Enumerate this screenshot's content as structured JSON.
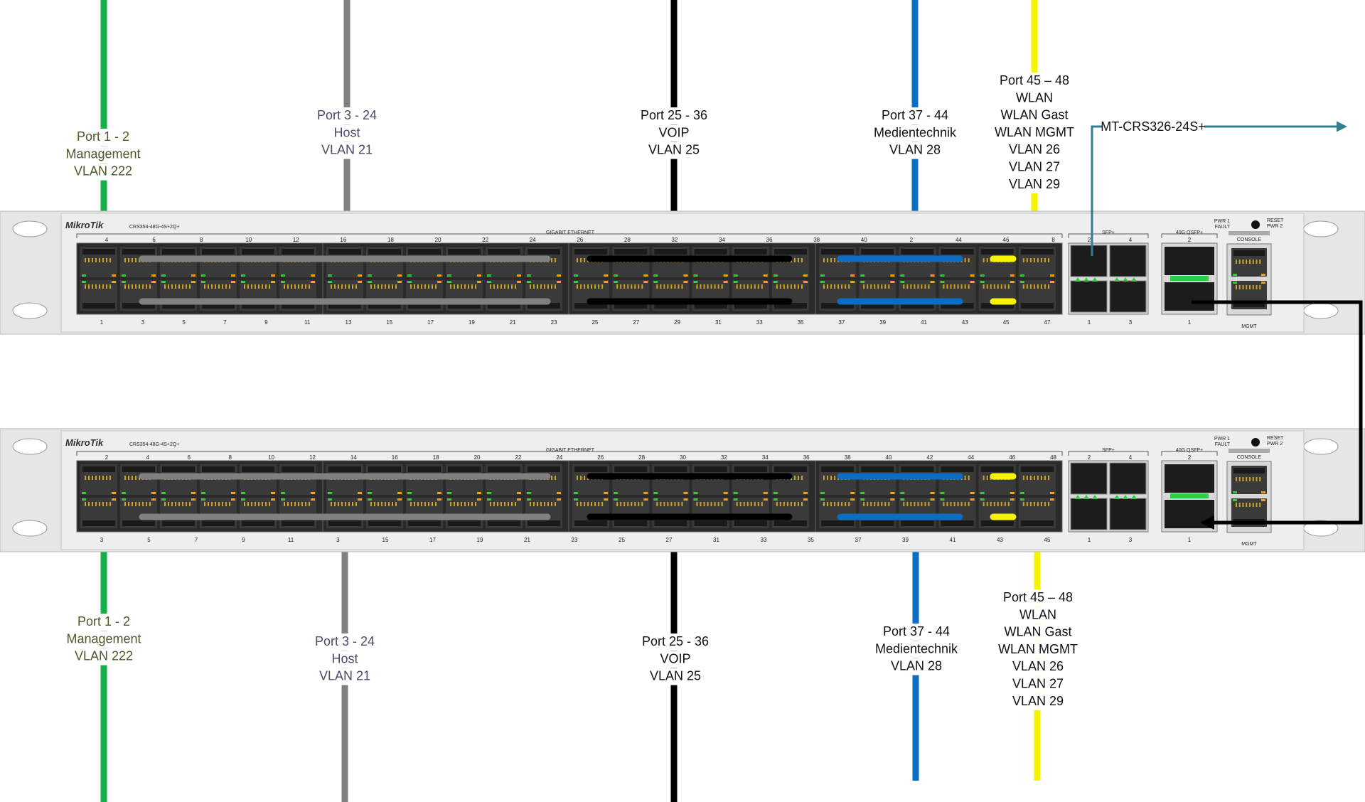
{
  "colors": {
    "management": "#15b04a",
    "host": "#808080",
    "voip": "#000000",
    "medientechnik": "#0b6ec4",
    "wlan": "#f5f500",
    "uplink": "#2f7f8f",
    "interconnect": "#000000",
    "label_management": "#4a5a2a",
    "label_host": "#4a4a6a",
    "label_default": "#111111"
  },
  "switches": [
    {
      "model": "CRS354-48G-4S+2Q+",
      "brand_left": "Mikro",
      "brand_right": "Tik",
      "section_gigabit": "GIGABIT ETHERNET",
      "section_sfp": "SFP+",
      "section_qsfp": "40G QSFP+",
      "console_label": "CONSOLE",
      "mgmt_label": "MGMT",
      "pwr1": "PWR 1",
      "fault": "FAULT",
      "reset": "RESET",
      "pwr2": "PWR 2",
      "top_numbers": [
        "4",
        "6",
        "8",
        "10",
        "12",
        "16",
        "18",
        "20",
        "22",
        "24",
        "26",
        "28",
        "32",
        "34",
        "36",
        "38",
        "40",
        "2",
        "44",
        "46",
        "8"
      ],
      "bottom_numbers": [
        "1",
        "3",
        "5",
        "7",
        "9",
        "11",
        "13",
        "15",
        "17",
        "19",
        "21",
        "23",
        "25",
        "27",
        "29",
        "31",
        "33",
        "35",
        "37",
        "39",
        "41",
        "43",
        "45",
        "47"
      ],
      "sfp_top": [
        "2",
        "4"
      ],
      "sfp_bottom": [
        "1",
        "3"
      ],
      "qsfp_top": "2",
      "qsfp_bottom": "1"
    },
    {
      "model": "CRS354-48G-4S+2Q+",
      "brand_left": "Mikro",
      "brand_right": "Tik",
      "section_gigabit": "GIGABIT ETHERNET",
      "section_sfp": "SFP+",
      "section_qsfp": "40G QSFP+",
      "console_label": "CONSOLE",
      "mgmt_label": "MGMT",
      "pwr1": "PWR 1",
      "fault": "FAULT",
      "reset": "RESET",
      "pwr2": "PWR 2",
      "top_numbers": [
        "2",
        "4",
        "6",
        "8",
        "10",
        "12",
        "14",
        "16",
        "18",
        "20",
        "22",
        "24",
        "26",
        "28",
        "30",
        "32",
        "34",
        "36",
        "38",
        "40",
        "42",
        "44",
        "46",
        "48"
      ],
      "bottom_numbers": [
        "3",
        "5",
        "7",
        "9",
        "11",
        "3",
        "15",
        "17",
        "19",
        "21",
        "23",
        "25",
        "27",
        "31",
        "33",
        "35",
        "37",
        "39",
        "41",
        "43",
        "45"
      ],
      "sfp_top": [
        "2",
        "4"
      ],
      "sfp_bottom": [
        "1",
        "3"
      ],
      "qsfp_top": "2",
      "qsfp_bottom": "1"
    }
  ],
  "top_groups": [
    {
      "id": "management",
      "lines": [
        "Port 1 - 2",
        "Management",
        "VLAN 222"
      ]
    },
    {
      "id": "host",
      "lines": [
        "Port 3 - 24",
        "Host",
        "VLAN 21"
      ]
    },
    {
      "id": "voip",
      "lines": [
        "Port 25 - 36",
        "VOIP",
        "VLAN 25"
      ]
    },
    {
      "id": "medientechnik",
      "lines": [
        "Port 37 - 44",
        "Medientechnik",
        "VLAN 28"
      ]
    },
    {
      "id": "wlan",
      "lines": [
        "Port 45 – 48",
        "WLAN",
        "WLAN Gast",
        "WLAN MGMT",
        "VLAN 26",
        "VLAN 27",
        "VLAN 29"
      ]
    }
  ],
  "bottom_groups": [
    {
      "id": "management",
      "lines": [
        "Port 1 - 2",
        "Management",
        "VLAN 222"
      ]
    },
    {
      "id": "host",
      "lines": [
        "Port 3 - 24",
        "Host",
        "VLAN 21"
      ]
    },
    {
      "id": "voip",
      "lines": [
        "Port 25 - 36",
        "VOIP",
        "VLAN 25"
      ]
    },
    {
      "id": "medientechnik",
      "lines": [
        "Port 37 - 44",
        "Medientechnik",
        "VLAN 28"
      ]
    },
    {
      "id": "wlan",
      "lines": [
        "Port 45 – 48",
        "WLAN",
        "WLAN Gast",
        "WLAN MGMT",
        "VLAN 26",
        "VLAN 27",
        "VLAN 29"
      ]
    }
  ],
  "uplink": {
    "label": "MT-CRS326-24S+"
  }
}
